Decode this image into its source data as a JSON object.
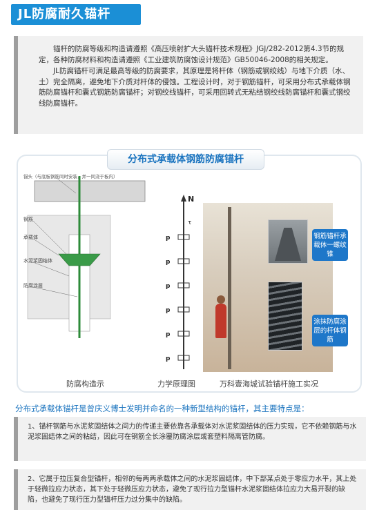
{
  "header": {
    "title": "JL防腐耐久锚杆"
  },
  "intro": {
    "paragraph1": "锚杆的防腐等级和构造请遵照《高压喷射扩大头锚杆技术规程》JGJ/282-2012第4.3节的规定，各种防腐材料和构造请遵照《工业建筑防腐蚀设计规范》GB50046-2008的相关规定。",
    "paragraph2": "JL防腐锚杆可满足最高等级的防腐要求，其原理是将杆体（钢筋或钢绞线）与地下介质（水、土）完全隔离，避免地下介质对杆体的侵蚀。工程设计时，对于钢筋锚杆，可采用分布式承载体钢筋防腐锚杆和囊式钢筋防腐锚杆；对钢绞线锚杆，可采用回转式无粘结钢绞线防腐锚杆和囊式钢绞线防腐锚杆。"
  },
  "diagram": {
    "title": "分布式承载体钢筋防腐锚杆",
    "left_labels": {
      "anchor_head_note": "锚头（与底板钢筋同时安装，并一同浇于板内）",
      "rebar": "钢筋",
      "bearing": "承载体",
      "grout": "水泥浆固结体",
      "coating": "防腐涂层"
    },
    "force_labels": {
      "n": "N",
      "tau": "τ",
      "p": "p"
    },
    "callout1": "钢筋锚杆承载体一螺纹锥",
    "callout2": "涂抹防腐涂层的杆体钢筋",
    "captions": {
      "construction": "防腐构造示",
      "mechanics": "力学原理图",
      "photo": "万科壹海城试验锚杆施工实况"
    }
  },
  "features": {
    "lead": "分布式承载体锚杆是曾庆义博士发明并命名的一种新型结构的锚杆，其主要特点是：",
    "item1": "1、锚杆钢筋与水泥浆固结体之间力的传递主要依靠各承载体对水泥浆固结体的压力实现，它不依赖钢筋与水泥浆固结体之间的粘结，因此可在钢筋全长涂覆防腐涂层或套塑料隔离管防腐。",
    "item2": "2、它属于拉压复合型锚杆，相邻的每两两承载体之间的水泥浆固结体，中下部某点处于零应力水平，其上处于轻微拉应力状态，其下处于轻微压应力状态，避免了现行拉力型锚杆水泥浆固结体拉应力大易开裂的缺陷，也避免了现行压力型锚杆压力过分集中的缺陷。"
  }
}
